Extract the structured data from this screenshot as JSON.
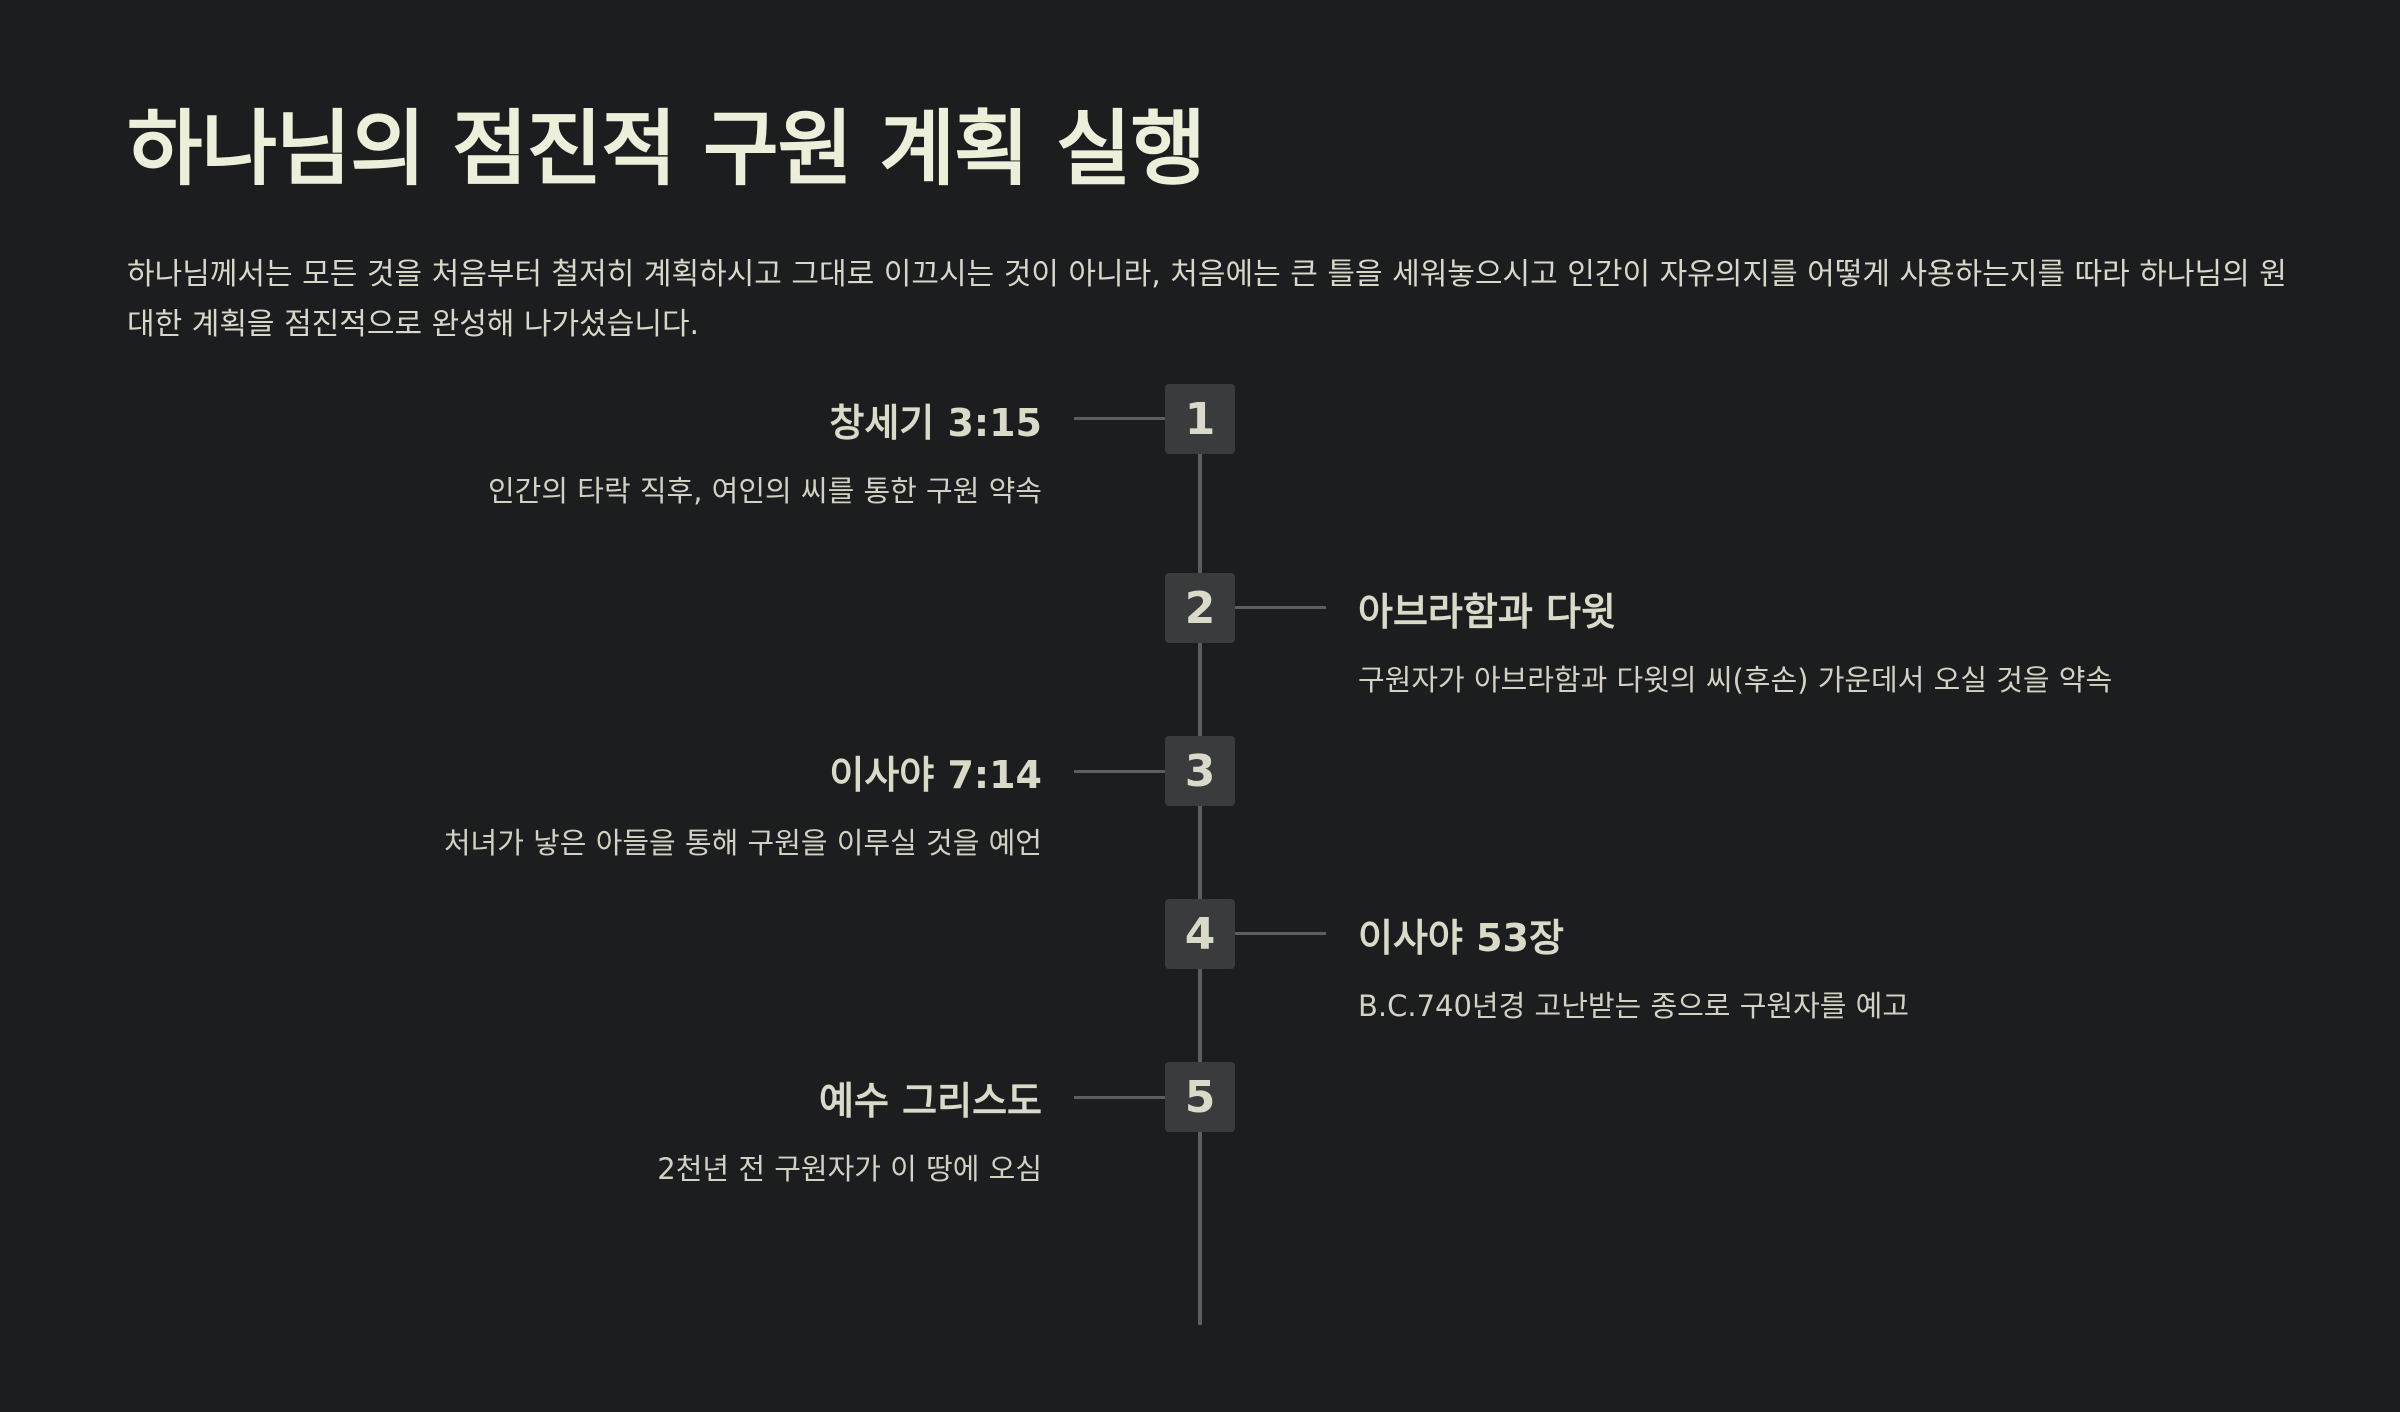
{
  "title": "하나님의 점진적 구원 계획 실행",
  "intro": "하나님께서는 모든 것을 처음부터 철저히 계획하시고 그대로 이끄시는 것이 아니라, 처음에는 큰 틀을 세워놓으시고 인간이 자유의지를 어떻게 사용하는지를 따라 하나님의 원대한 계획을 점진적으로 완성해 나가셨습니다.",
  "timeline": [
    {
      "num": "1",
      "title": "창세기 3:15",
      "desc": "인간의 타락 직후, 여인의 씨를 통한 구원 약속"
    },
    {
      "num": "2",
      "title": "아브라함과 다윗",
      "desc": "구원자가 아브라함과 다윗의 씨(후손) 가운데서 오실 것을 약속"
    },
    {
      "num": "3",
      "title": "이사야 7:14",
      "desc": "처녀가 낳은 아들을 통해 구원을 이루실 것을 예언"
    },
    {
      "num": "4",
      "title": "이사야 53장",
      "desc": "B.C.740년경 고난받는 종으로 구원자를 예고"
    },
    {
      "num": "5",
      "title": "예수 그리스도",
      "desc": "2천년 전 구원자가 이 땅에 오심"
    }
  ]
}
